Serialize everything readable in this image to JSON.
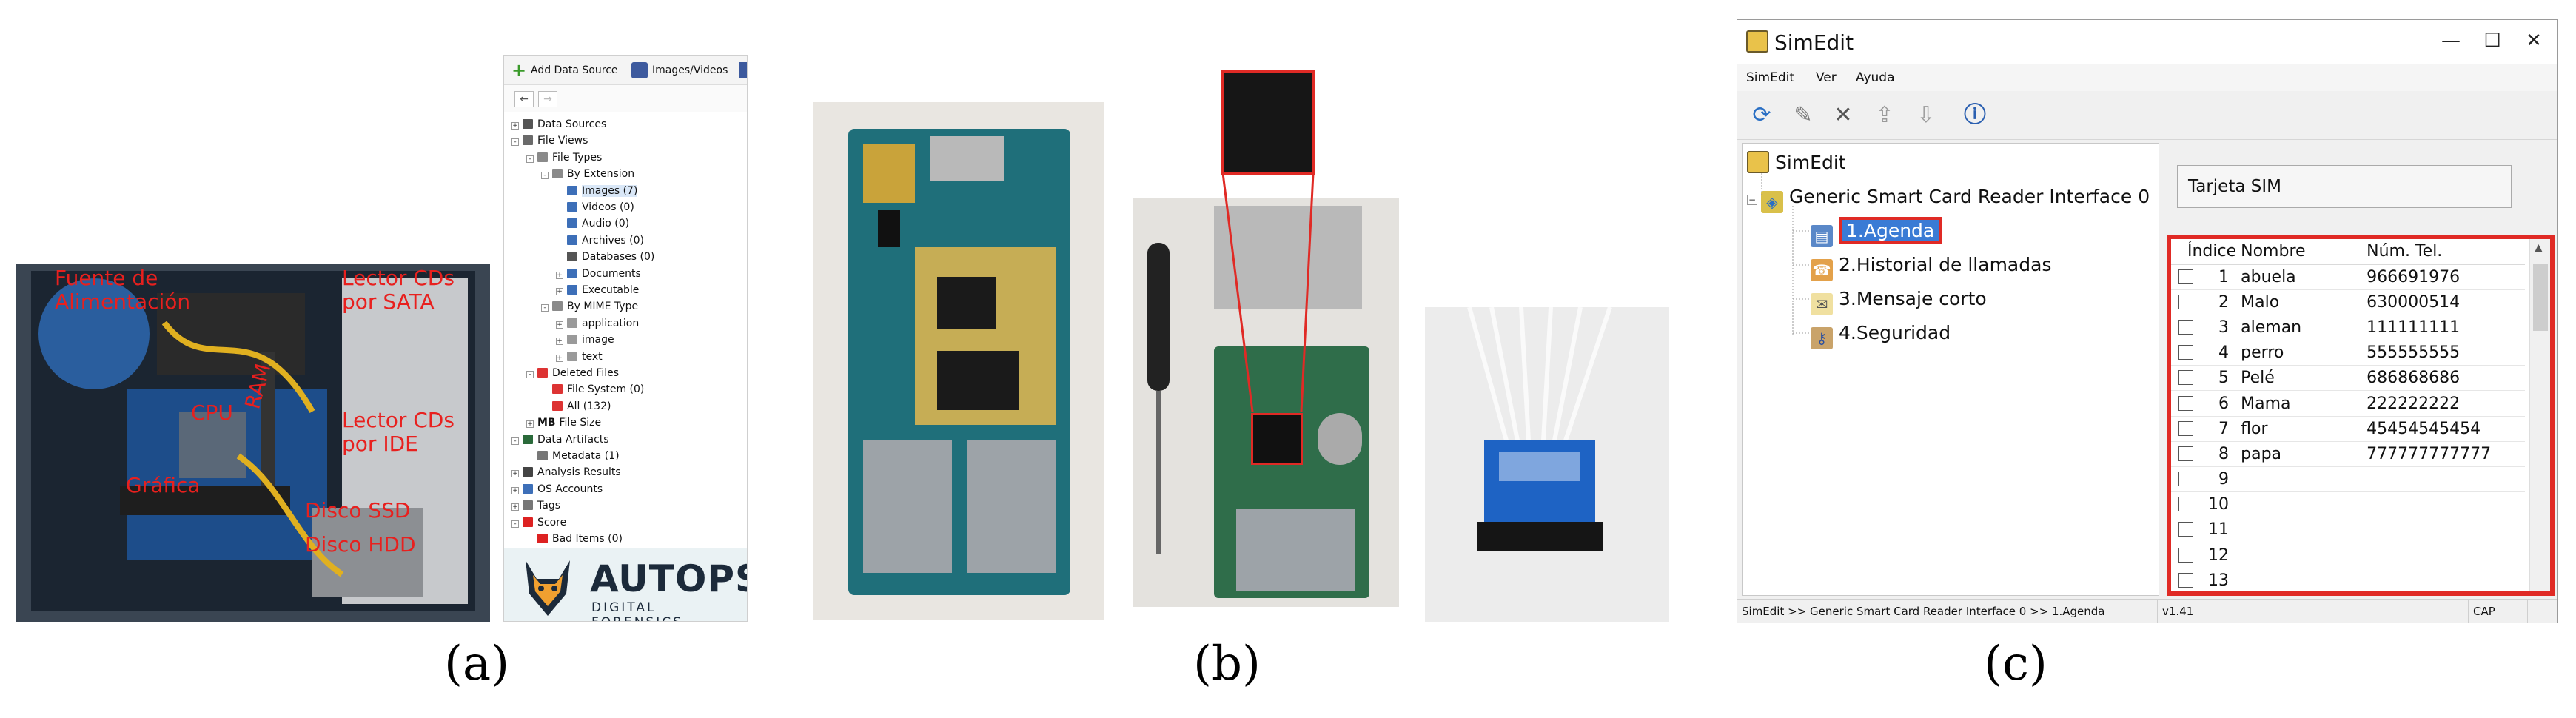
{
  "captions": {
    "a": "(a)",
    "b": "(b)",
    "c": "(c)"
  },
  "pc_labels": {
    "psu": "Fuente de\nAlimentación",
    "cd_sata": "Lector CDs\npor SATA",
    "cpu": "CPU",
    "ram": "RAM",
    "cd_ide": "Lector CDs\npor IDE",
    "gpu": "Gráfica",
    "ssd": "Disco SSD",
    "hdd": "Disco HDD"
  },
  "autopsy": {
    "toolbar": {
      "add_data_source": "Add Data Source",
      "images_videos": "Images/Videos"
    },
    "tree": [
      {
        "label": "Data Sources",
        "depth": 0,
        "icon": "database-icon",
        "expander": "+"
      },
      {
        "label": "File Views",
        "depth": 0,
        "icon": "eye-icon",
        "expander": "-"
      },
      {
        "label": "File Types",
        "depth": 1,
        "icon": "filetypes-icon",
        "expander": "-"
      },
      {
        "label": "By Extension",
        "depth": 2,
        "icon": "extension-icon",
        "expander": "-"
      },
      {
        "label": "Images (7)",
        "depth": 3,
        "icon": "image-icon",
        "selected": true
      },
      {
        "label": "Videos (0)",
        "depth": 3,
        "icon": "video-icon"
      },
      {
        "label": "Audio (0)",
        "depth": 3,
        "icon": "audio-icon"
      },
      {
        "label": "Archives (0)",
        "depth": 3,
        "icon": "archive-icon"
      },
      {
        "label": "Databases (0)",
        "depth": 3,
        "icon": "database-icon"
      },
      {
        "label": "Documents",
        "depth": 3,
        "icon": "document-icon",
        "expander": "+"
      },
      {
        "label": "Executable",
        "depth": 3,
        "icon": "executable-icon",
        "expander": "+"
      },
      {
        "label": "By MIME Type",
        "depth": 2,
        "icon": "mime-icon",
        "expander": "-"
      },
      {
        "label": "application",
        "depth": 3,
        "icon": "folder-icon",
        "expander": "+"
      },
      {
        "label": "image",
        "depth": 3,
        "icon": "folder-icon",
        "expander": "+"
      },
      {
        "label": "text",
        "depth": 3,
        "icon": "folder-icon",
        "expander": "+"
      },
      {
        "label": "Deleted Files",
        "depth": 1,
        "icon": "deleted-icon",
        "expander": "-"
      },
      {
        "label": "File System (0)",
        "depth": 2,
        "icon": "deleted-icon"
      },
      {
        "label": "All (132)",
        "depth": 2,
        "icon": "deleted-icon"
      },
      {
        "label": "File Size",
        "depth": 1,
        "icon": "mb-icon",
        "expander": "+",
        "prefix": "MB"
      },
      {
        "label": "Data Artifacts",
        "depth": 0,
        "icon": "artifacts-icon",
        "expander": "-"
      },
      {
        "label": "Metadata (1)",
        "depth": 1,
        "icon": "metadata-icon"
      },
      {
        "label": "Analysis Results",
        "depth": 0,
        "icon": "search-icon",
        "expander": "+"
      },
      {
        "label": "OS Accounts",
        "depth": 0,
        "icon": "accounts-icon",
        "expander": "+"
      },
      {
        "label": "Tags",
        "depth": 0,
        "icon": "tag-icon",
        "expander": "+"
      },
      {
        "label": "Score",
        "depth": 0,
        "icon": "score-icon",
        "expander": "-"
      },
      {
        "label": "Bad Items (0)",
        "depth": 1,
        "icon": "bad-items-icon"
      }
    ],
    "logo": {
      "main": "AUTOPSY",
      "sub": "DIGITAL FORENSICS"
    }
  },
  "simedit": {
    "title": "SimEdit",
    "window_buttons": [
      "—",
      "☐",
      "✕"
    ],
    "menu": [
      "SimEdit",
      "Ver",
      "Ayuda"
    ],
    "toolbar_icons": [
      "refresh-icon",
      "edit-icon",
      "delete-icon",
      "export-icon",
      "import-icon",
      "info-icon"
    ],
    "tree": {
      "root": "SimEdit",
      "reader": "Generic Smart Card Reader Interface 0",
      "items": [
        "1.Agenda",
        "2.Historial de llamadas",
        "3.Mensaje corto",
        "4.Seguridad"
      ]
    },
    "sim_label": "Tarjeta SIM",
    "table": {
      "headers": [
        "Índice",
        "Nombre",
        "Núm. Tel."
      ],
      "rows": [
        {
          "index": "1",
          "name": "abuela",
          "phone": "966691976"
        },
        {
          "index": "2",
          "name": "Malo",
          "phone": "630000514"
        },
        {
          "index": "3",
          "name": "aleman",
          "phone": "111111111"
        },
        {
          "index": "4",
          "name": "perro",
          "phone": "555555555"
        },
        {
          "index": "5",
          "name": "Pelé",
          "phone": "686868686"
        },
        {
          "index": "6",
          "name": "Mama",
          "phone": "222222222"
        },
        {
          "index": "7",
          "name": "flor",
          "phone": "45454545454"
        },
        {
          "index": "8",
          "name": "papa",
          "phone": "777777777777"
        },
        {
          "index": "9",
          "name": "",
          "phone": ""
        },
        {
          "index": "10",
          "name": "",
          "phone": ""
        },
        {
          "index": "11",
          "name": "",
          "phone": ""
        },
        {
          "index": "12",
          "name": "",
          "phone": ""
        },
        {
          "index": "13",
          "name": "",
          "phone": ""
        }
      ]
    },
    "status": {
      "path": "SimEdit  >>  Generic Smart Card Reader Interface 0  >>  1.Agenda",
      "version": "v1.41",
      "cap": "CAP"
    }
  }
}
